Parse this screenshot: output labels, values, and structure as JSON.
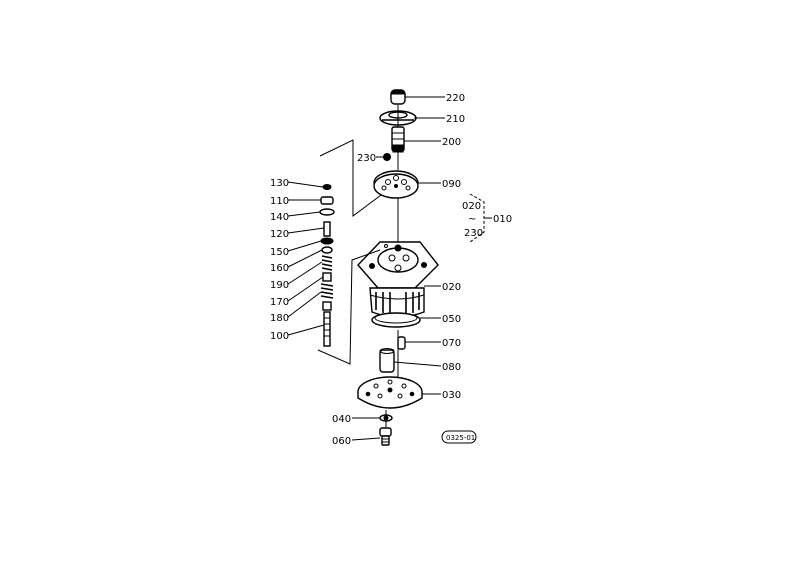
{
  "diagram": {
    "labels": [
      {
        "id": "220",
        "text": "220"
      },
      {
        "id": "210",
        "text": "210"
      },
      {
        "id": "200",
        "text": "200"
      },
      {
        "id": "230a",
        "text": "230"
      },
      {
        "id": "090",
        "text": "090"
      },
      {
        "id": "020a",
        "text": "020"
      },
      {
        "id": "010",
        "text": "010"
      },
      {
        "id": "230b",
        "text": "230"
      },
      {
        "id": "130",
        "text": "130"
      },
      {
        "id": "110",
        "text": "110"
      },
      {
        "id": "140",
        "text": "140"
      },
      {
        "id": "120",
        "text": "120"
      },
      {
        "id": "150",
        "text": "150"
      },
      {
        "id": "160",
        "text": "160"
      },
      {
        "id": "190",
        "text": "190"
      },
      {
        "id": "170",
        "text": "170"
      },
      {
        "id": "180",
        "text": "180"
      },
      {
        "id": "100",
        "text": "100"
      },
      {
        "id": "020b",
        "text": "020"
      },
      {
        "id": "050",
        "text": "050"
      },
      {
        "id": "070",
        "text": "070"
      },
      {
        "id": "080",
        "text": "080"
      },
      {
        "id": "030",
        "text": "030"
      },
      {
        "id": "040",
        "text": "040"
      },
      {
        "id": "060",
        "text": "060"
      }
    ],
    "tilde": "~",
    "drawing_code": "0325-01"
  }
}
